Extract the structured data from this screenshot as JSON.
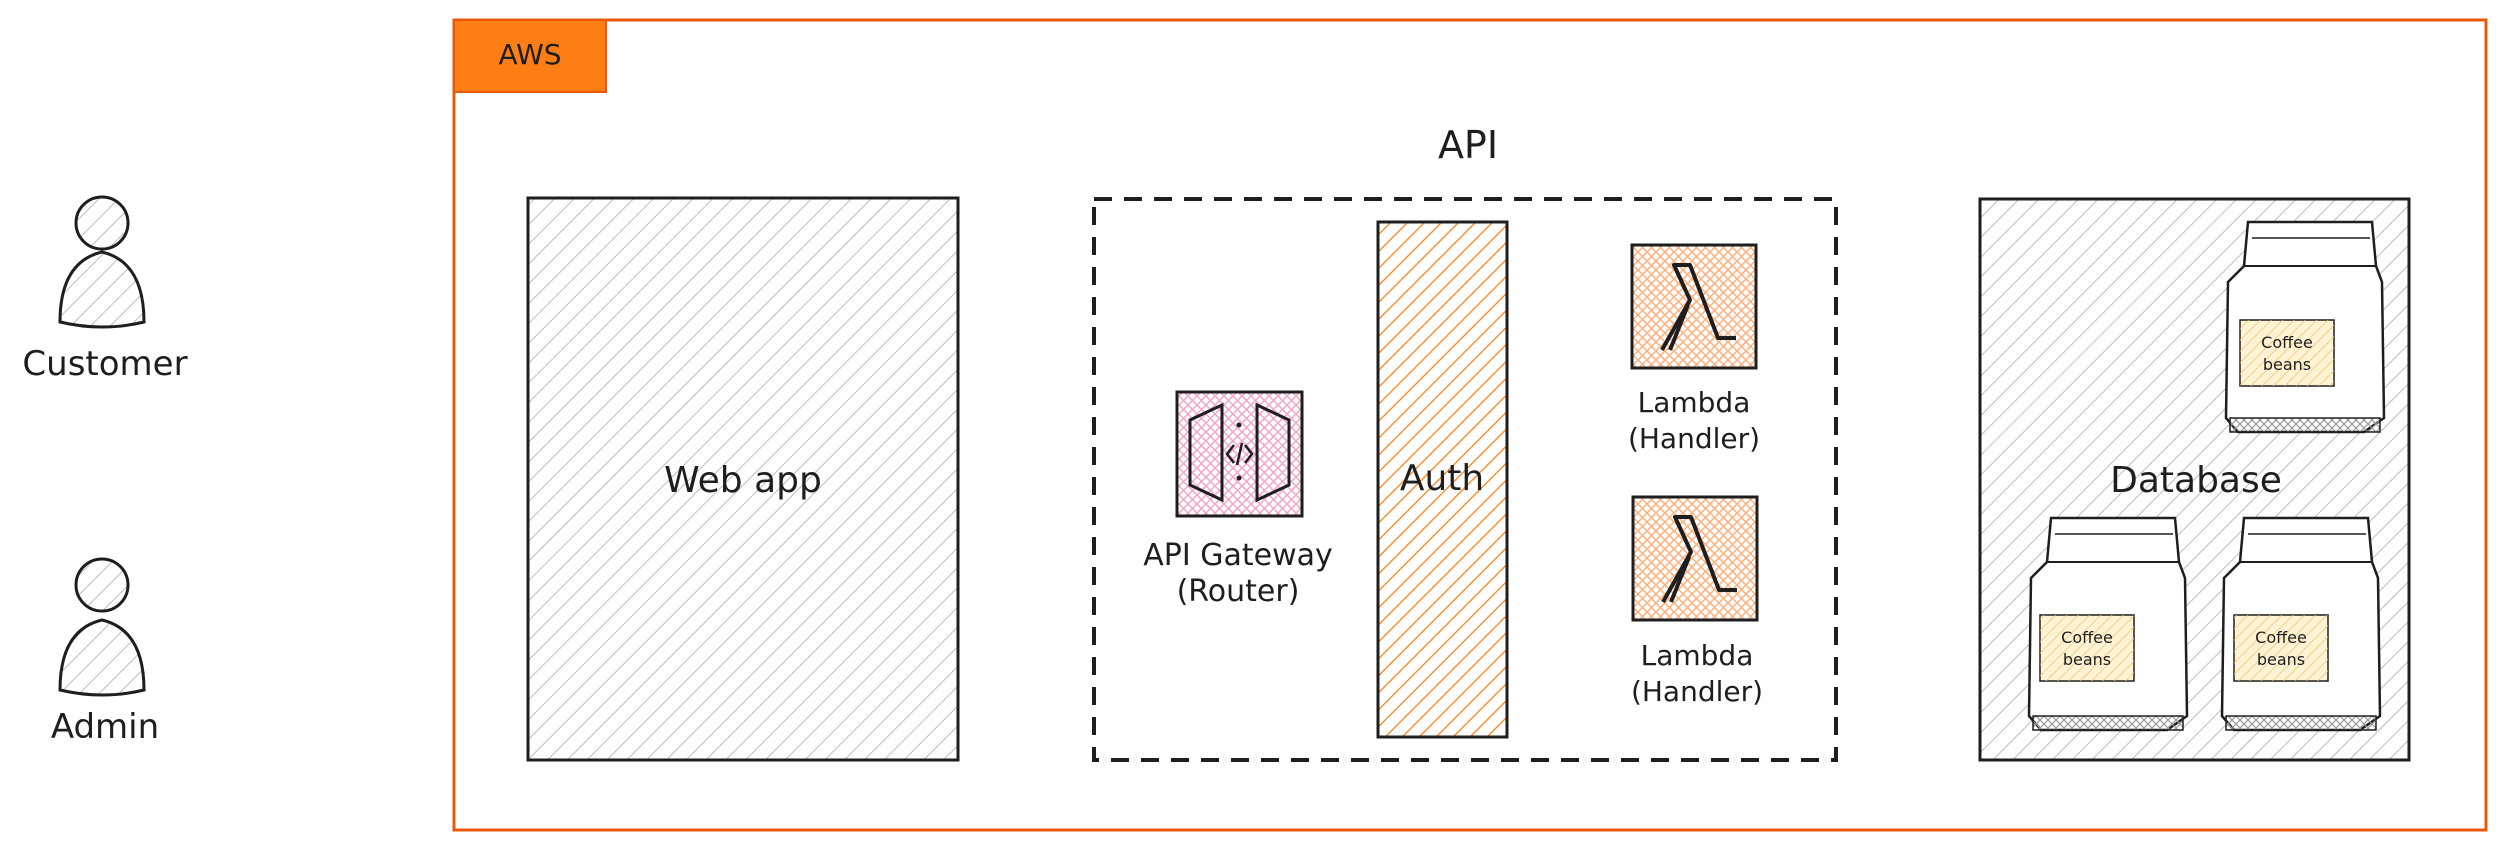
{
  "actors": [
    {
      "id": "customer",
      "label": "Customer"
    },
    {
      "id": "admin",
      "label": "Admin"
    }
  ],
  "aws": {
    "tag": "AWS",
    "color": "#e8590c",
    "tag_fill": "#fd7e14"
  },
  "webapp": {
    "label": "Web app"
  },
  "api": {
    "title": "API",
    "gateway": {
      "line1": "API Gateway",
      "line2": "(Router)"
    },
    "auth": {
      "label": "Auth",
      "fill": "#fd7e14"
    },
    "lambdas": [
      {
        "line1": "Lambda",
        "line2": "(Handler)"
      },
      {
        "line1": "Lambda",
        "line2": "(Handler)"
      }
    ]
  },
  "database": {
    "label": "Database",
    "bags": [
      {
        "line1": "Coffee",
        "line2": "beans"
      },
      {
        "line1": "Coffee",
        "line2": "beans"
      },
      {
        "line1": "Coffee",
        "line2": "beans"
      }
    ]
  },
  "icons": [
    "person-icon",
    "api-gateway-icon",
    "lambda-icon",
    "coffee-bag-icon"
  ]
}
